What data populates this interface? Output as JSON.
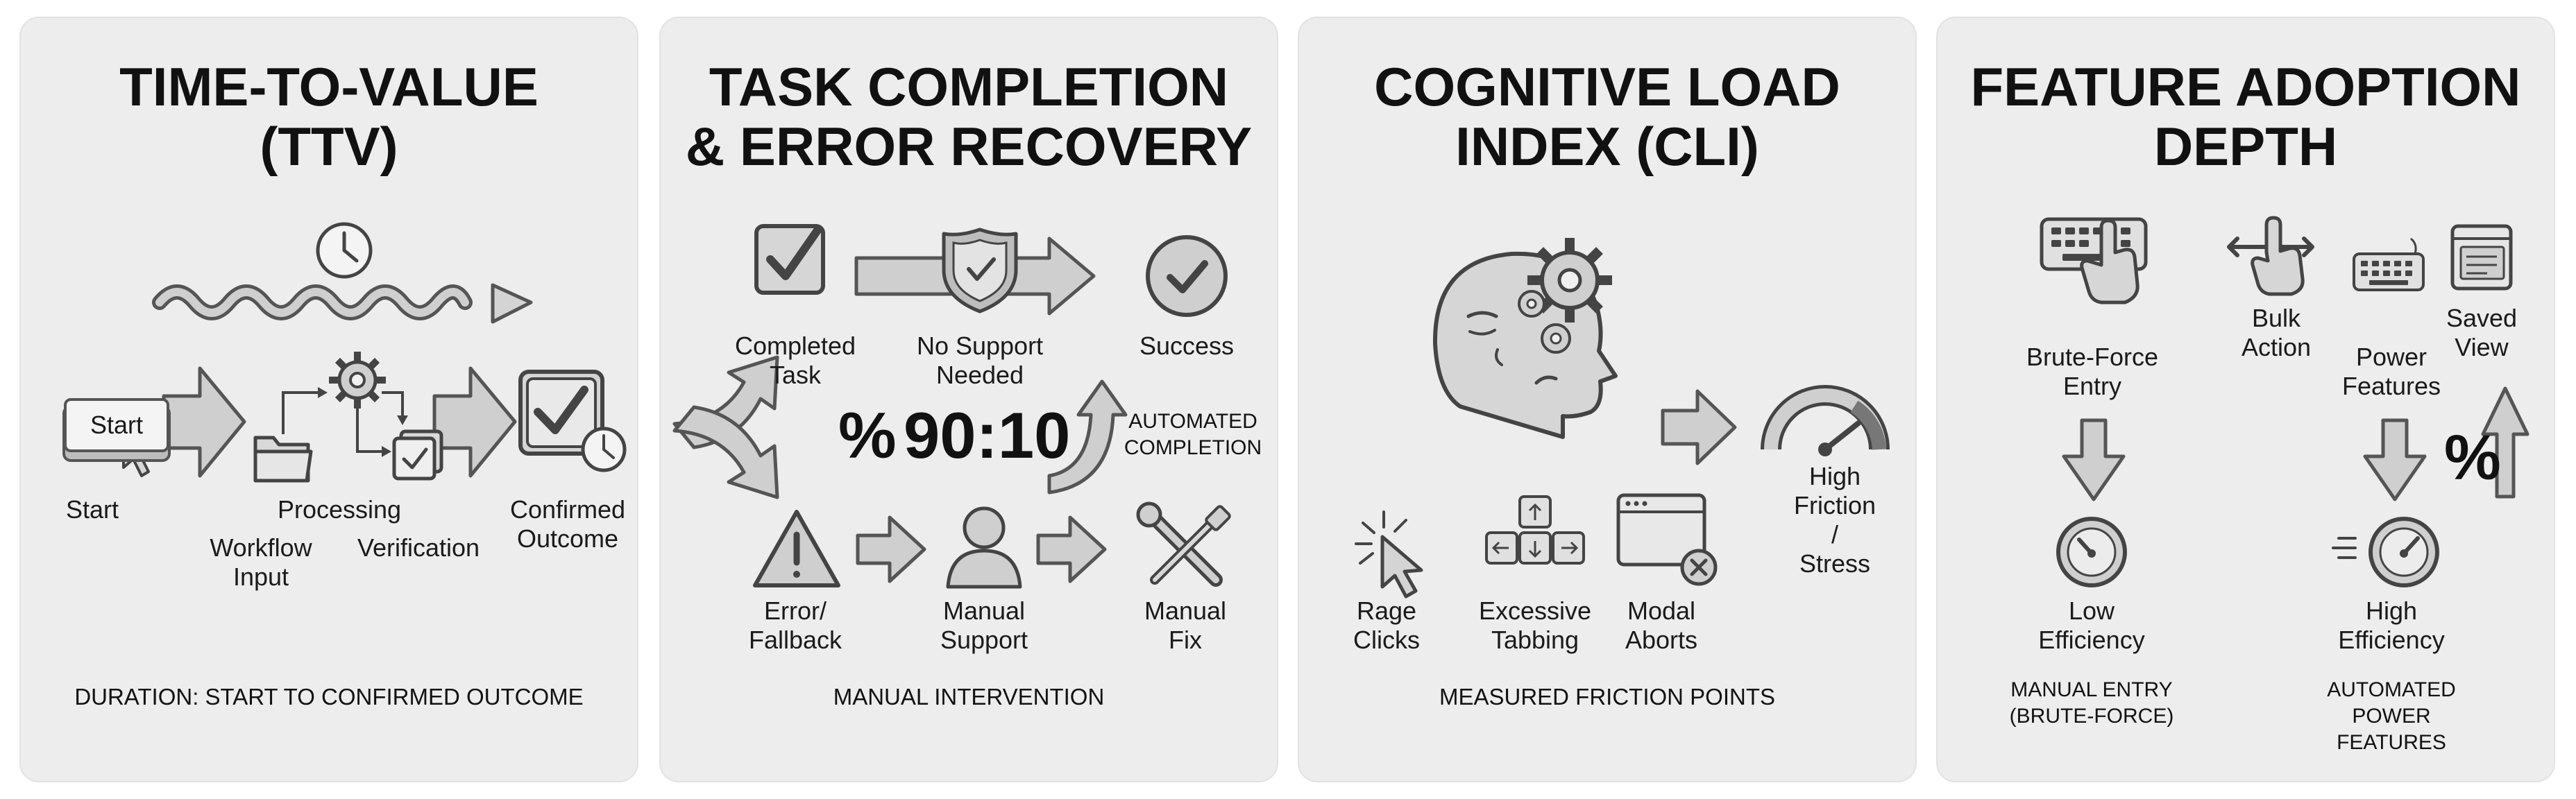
{
  "panels": [
    {
      "title": "TIME-TO-VALUE\n(TTV)",
      "labels": {
        "start_button": "Start",
        "start": "Start",
        "processing": "Processing",
        "workflow_input": "Workflow\nInput",
        "verification": "Verification",
        "confirmed_outcome": "Confirmed\nOutcome"
      },
      "caption": "DURATION: START TO CONFIRMED OUTCOME"
    },
    {
      "title": "TASK COMPLETION\n& ERROR RECOVERY",
      "labels": {
        "completed_task": "Completed\nTask",
        "no_support_needed": "No Support\nNeeded",
        "success": "Success",
        "percent_symbol": "%",
        "ratio": "90:10",
        "automated_completion": "AUTOMATED\nCOMPLETION",
        "error_fallback": "Error/\nFallback",
        "manual_support": "Manual\nSupport",
        "manual_fix": "Manual\nFix"
      },
      "caption": "MANUAL INTERVENTION"
    },
    {
      "title": "COGNITIVE LOAD\nINDEX (CLI)",
      "labels": {
        "high_friction": "High Friction\n/ Stress",
        "rage_clicks": "Rage\nClicks",
        "excessive_tabbing": "Excessive\nTabbing",
        "modal_aborts": "Modal\nAborts"
      },
      "caption": "MEASURED FRICTION POINTS"
    },
    {
      "title": "FEATURE ADOPTION\nDEPTH",
      "labels": {
        "brute_force_entry": "Brute-Force\nEntry",
        "bulk_action": "Bulk\nAction",
        "power_features": "Power\nFeatures",
        "saved_view": "Saved\nView",
        "percent_symbol": "%",
        "low_efficiency": "Low\nEfficiency",
        "high_efficiency": "High\nEfficiency",
        "manual_entry_caption": "MANUAL ENTRY\n(BRUTE-FORCE)",
        "automated_caption": "AUTOMATED\nPOWER FEATURES"
      }
    }
  ]
}
